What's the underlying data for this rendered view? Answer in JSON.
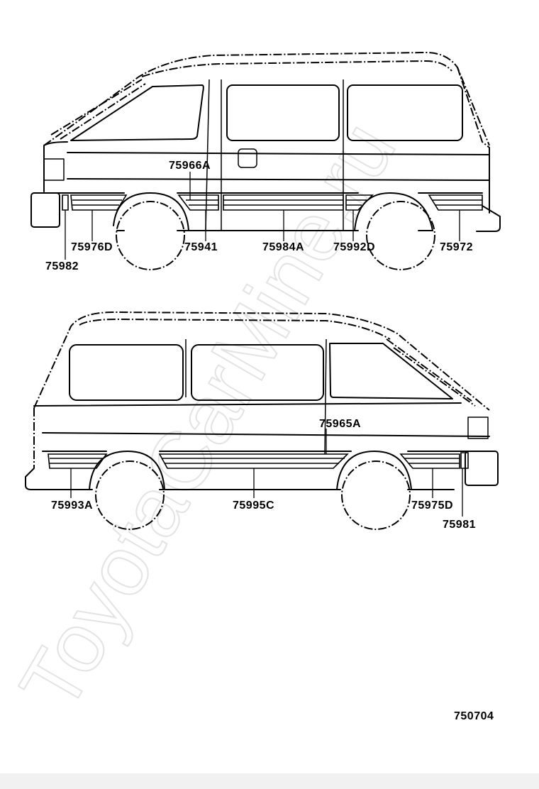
{
  "watermark": "ToyotaCarMine.ru",
  "figure_number": "750704",
  "top_view": {
    "labels": [
      "75966A",
      "75976D",
      "75941",
      "75984A",
      "75992D",
      "75972",
      "75982"
    ]
  },
  "bottom_view": {
    "labels": [
      "75965A",
      "75993A",
      "75995C",
      "75975D",
      "75981"
    ]
  },
  "colors": {
    "line": "#000000",
    "watermark": "#e3e3e3",
    "footer": "#f1f1f1"
  }
}
